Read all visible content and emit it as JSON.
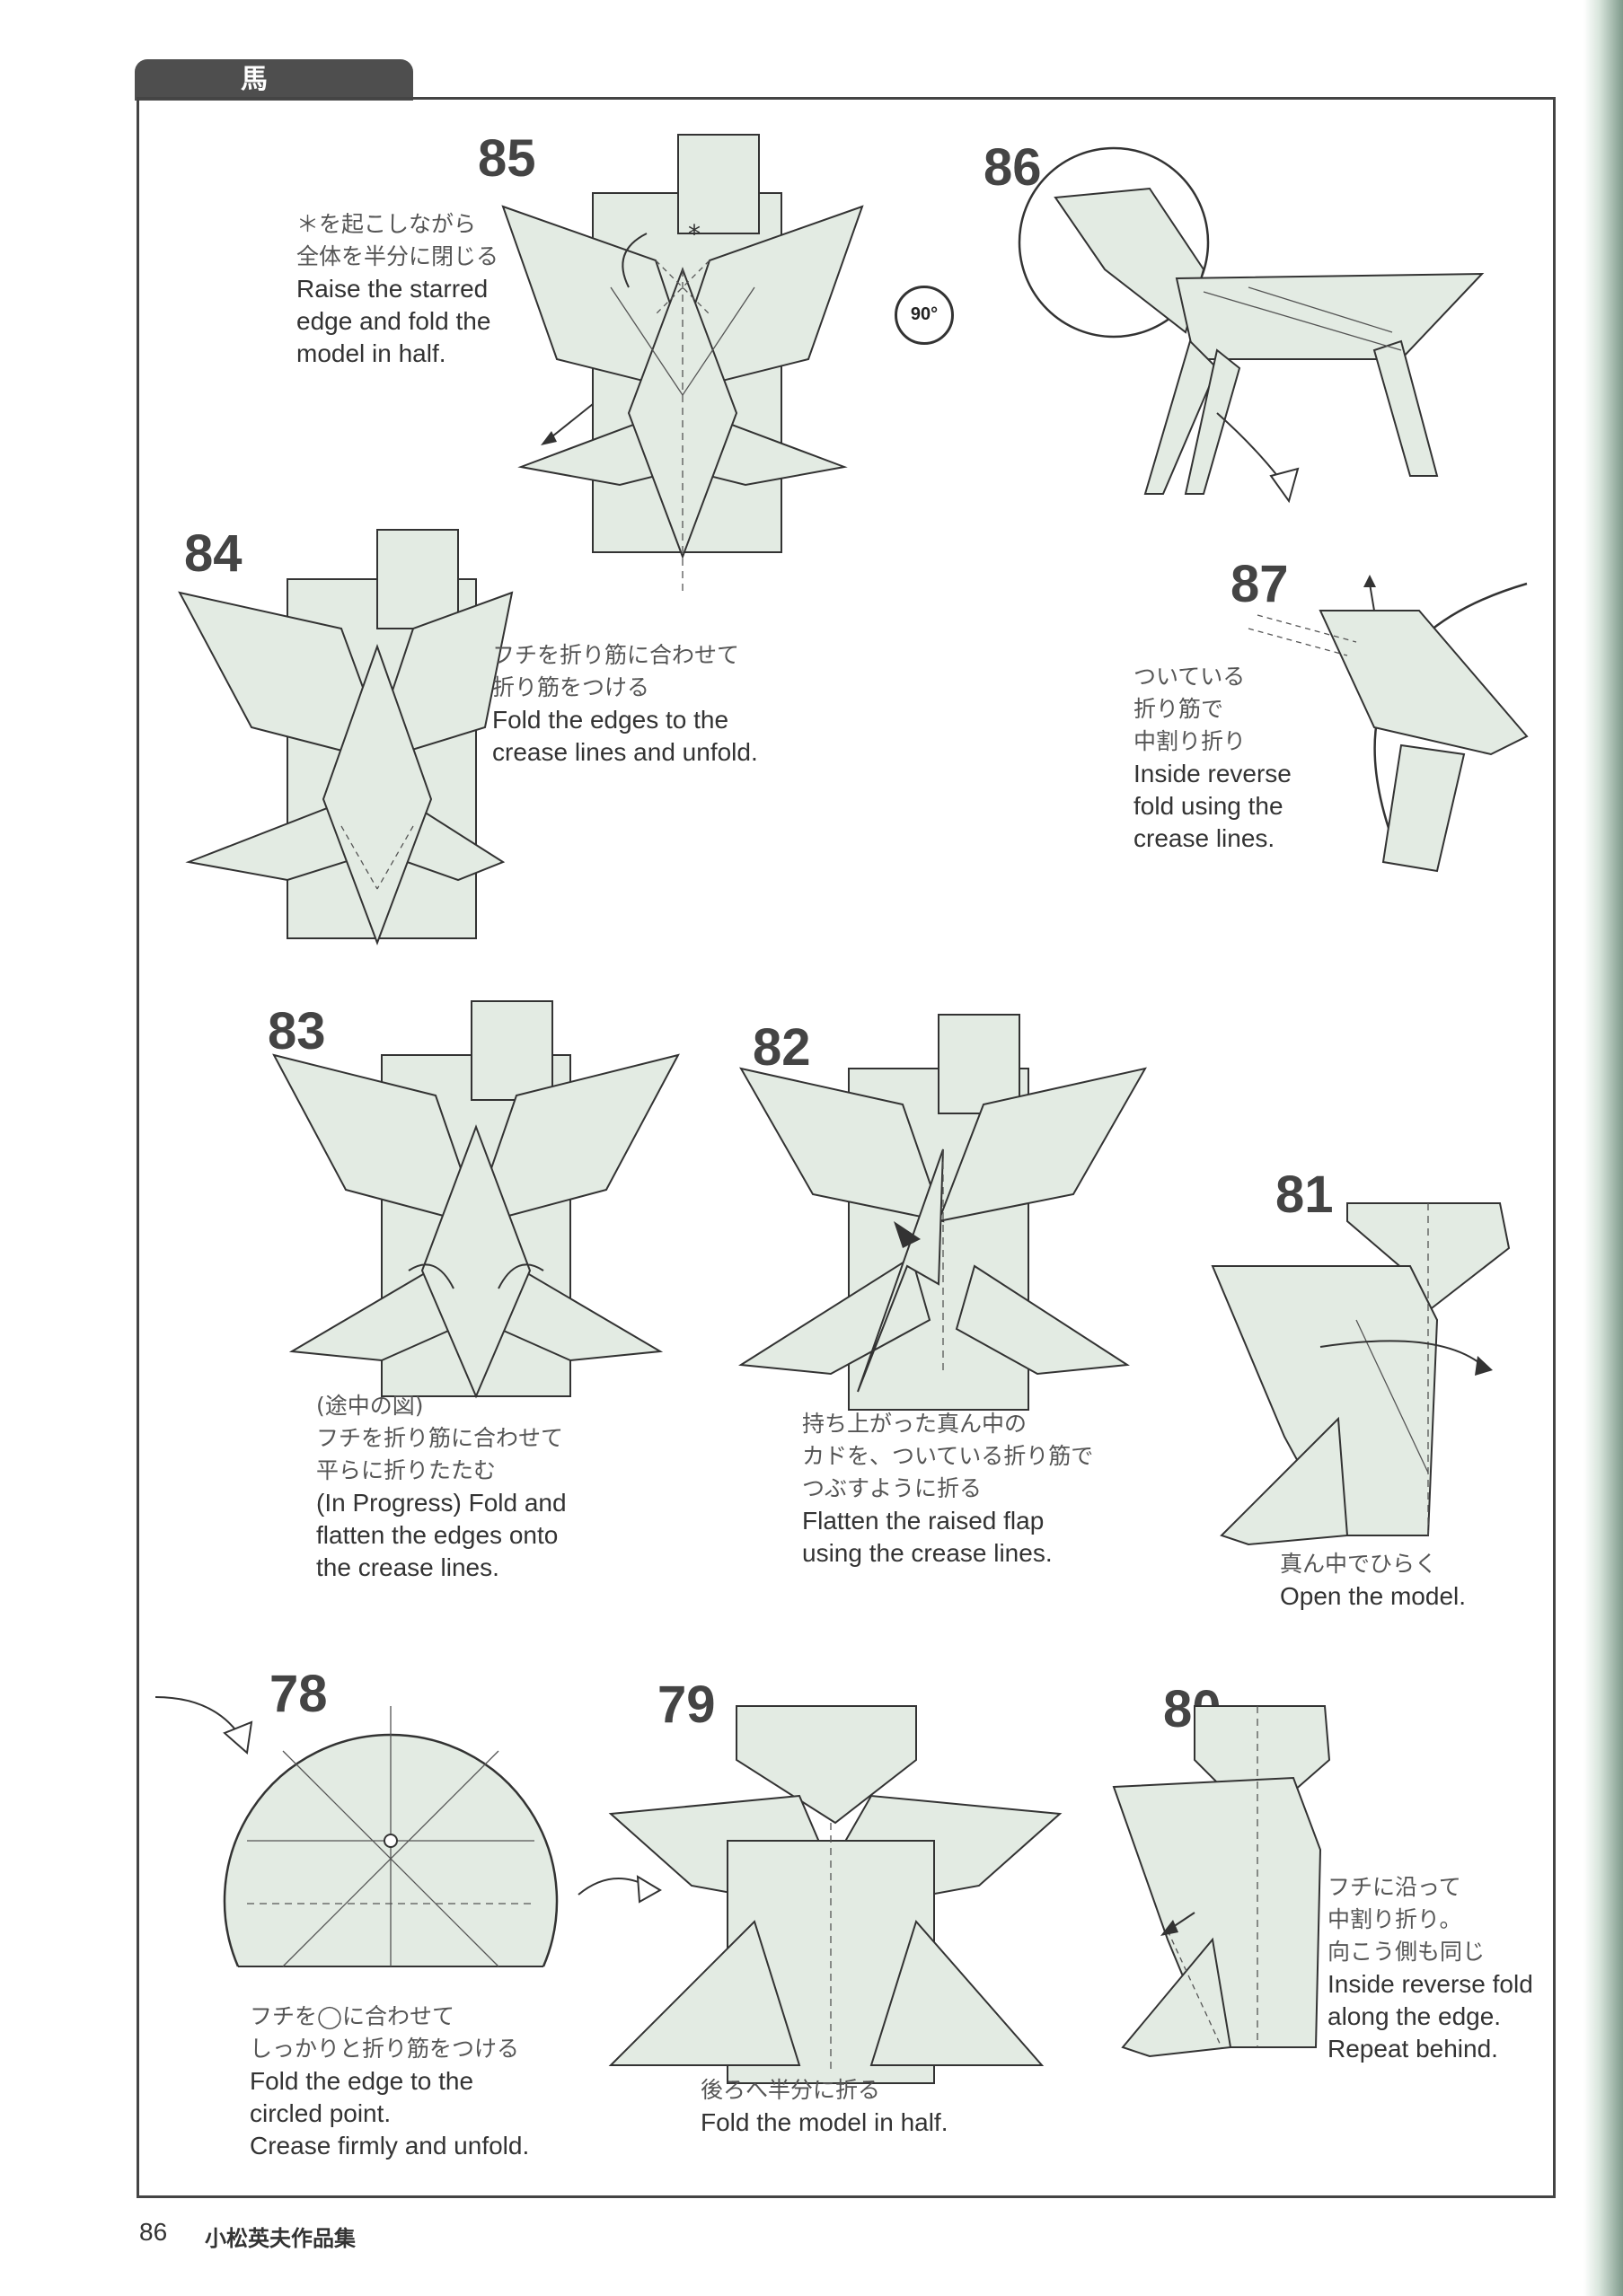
{
  "section_tab": "馬",
  "footer": {
    "page_number": "86",
    "book_title": "小松英夫作品集"
  },
  "rotate_label": "90°",
  "steps": [
    {
      "num": "85",
      "ja": [
        "＊を起こしながら",
        "全体を半分に閉じる"
      ],
      "en": [
        "Raise the starred",
        "edge and fold the",
        "model in half."
      ]
    },
    {
      "num": "86",
      "ja": [],
      "en": []
    },
    {
      "num": "84",
      "ja": [
        "フチを折り筋に合わせて",
        "折り筋をつける"
      ],
      "en": [
        "Fold the edges to the",
        "crease lines and unfold."
      ]
    },
    {
      "num": "87",
      "ja": [
        "ついている",
        "折り筋で",
        "中割り折り"
      ],
      "en": [
        "Inside reverse",
        "fold using the",
        "crease lines."
      ]
    },
    {
      "num": "83",
      "ja": [
        "(途中の図)",
        "フチを折り筋に合わせて",
        "平らに折りたたむ"
      ],
      "en": [
        "(In Progress) Fold and",
        "flatten the edges onto",
        "the crease lines."
      ]
    },
    {
      "num": "82",
      "ja": [
        "持ち上がった真ん中の",
        "カドを、ついている折り筋で",
        "つぶすように折る"
      ],
      "en": [
        "Flatten the raised flap",
        "using the crease lines."
      ]
    },
    {
      "num": "81",
      "ja": [
        "真ん中でひらく"
      ],
      "en": [
        "Open the model."
      ]
    },
    {
      "num": "78",
      "ja": [
        "フチを◯に合わせて",
        "しっかりと折り筋をつける"
      ],
      "en": [
        "Fold the edge to the",
        "circled point.",
        "Crease firmly and unfold."
      ]
    },
    {
      "num": "79",
      "ja": [
        "後ろへ半分に折る"
      ],
      "en": [
        "Fold the model in half."
      ]
    },
    {
      "num": "80",
      "ja": [
        "フチに沿って",
        "中割り折り。",
        "向こう側も同じ"
      ],
      "en": [
        "Inside reverse fold",
        "along the edge.",
        "Repeat behind."
      ]
    }
  ]
}
